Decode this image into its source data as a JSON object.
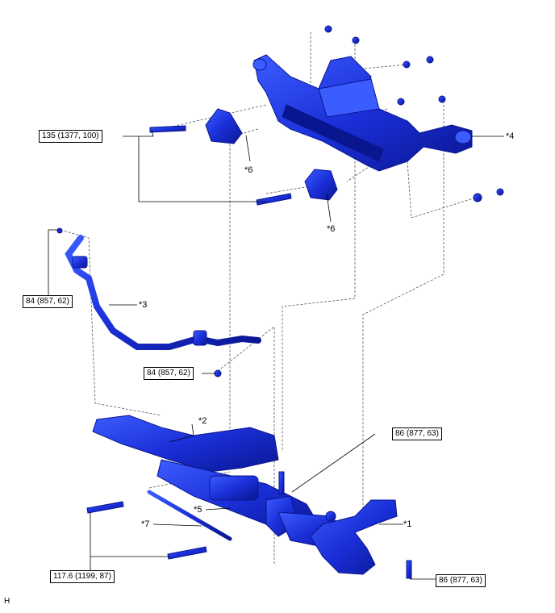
{
  "torque_labels": [
    "135 (1377, 100)",
    "84 (857, 62)",
    "84 (857, 62)",
    "86 (877, 63)",
    "86 (877, 63)",
    "117.6 (1199, 87)"
  ],
  "callouts": [
    "*1",
    "*2",
    "*3",
    "*4",
    "*5",
    "*6",
    "*6",
    "*7"
  ],
  "corner_mark": "H",
  "colors": {
    "part_fill": "#1a2fd8",
    "part_dark": "#0a1690",
    "part_light": "#3b5cff",
    "line": "#000000"
  }
}
